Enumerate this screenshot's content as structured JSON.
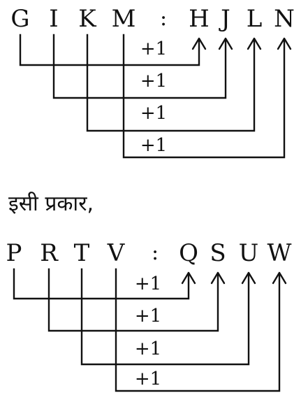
{
  "colors": {
    "ink": "#111111",
    "background": "#ffffff"
  },
  "caption": "इसी प्रकार,",
  "groups": [
    {
      "colon": ":",
      "sources": [
        "G",
        "I",
        "K",
        "M"
      ],
      "targets": [
        "H",
        "J",
        "L",
        "N"
      ],
      "steps": [
        "+1",
        "+1",
        "+1",
        "+1"
      ]
    },
    {
      "colon": ":",
      "sources": [
        "P",
        "R",
        "T",
        "V"
      ],
      "targets": [
        "Q",
        "S",
        "U",
        "W"
      ],
      "steps": [
        "+1",
        "+1",
        "+1",
        "+1"
      ]
    }
  ]
}
